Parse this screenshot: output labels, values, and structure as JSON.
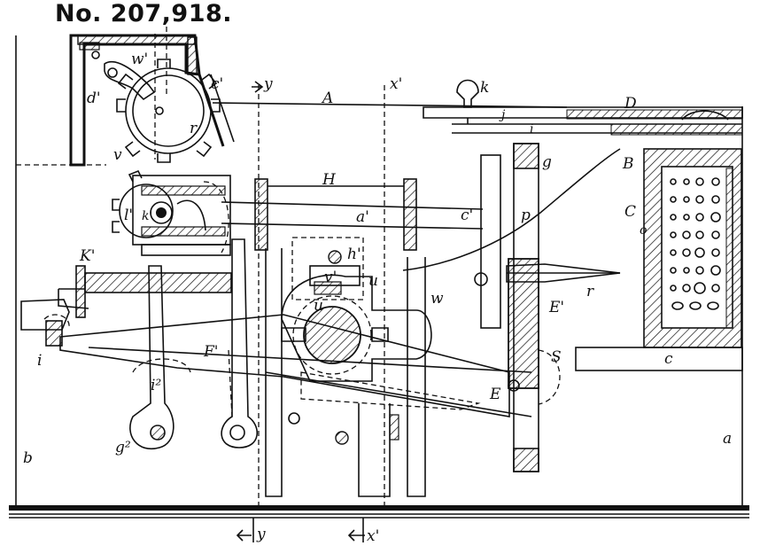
{
  "patent_number": "No. 207,918.",
  "labels": {
    "A": "A",
    "a_top": "a'",
    "a_bottom": "a",
    "b": "b",
    "c_prime": "c'",
    "c_main": "c",
    "c_prime_mid": "c'",
    "C_main": "C",
    "d_prime": "d'",
    "D": "D",
    "E_prime": "E'",
    "E": "E",
    "F_prime": "F'",
    "g": "g",
    "g2": "g²",
    "H": "H",
    "h_prime": "h'",
    "i": "i",
    "i_small": "i",
    "i2": "i²",
    "k": "k",
    "k_prime_mid": "k'",
    "K_prime": "K'",
    "l_prime": "l'",
    "p": "p",
    "r": "r",
    "r_needle": "r",
    "S": "S",
    "u": "u",
    "u_mid": "u",
    "v": "v",
    "v_prime": "v'",
    "w": "w",
    "w_prime": "w'",
    "B": "B",
    "x_top": "x'",
    "x_bottom": "x'",
    "y_top": "y",
    "y_bottom": "y",
    "o": "o",
    "j": "j"
  }
}
